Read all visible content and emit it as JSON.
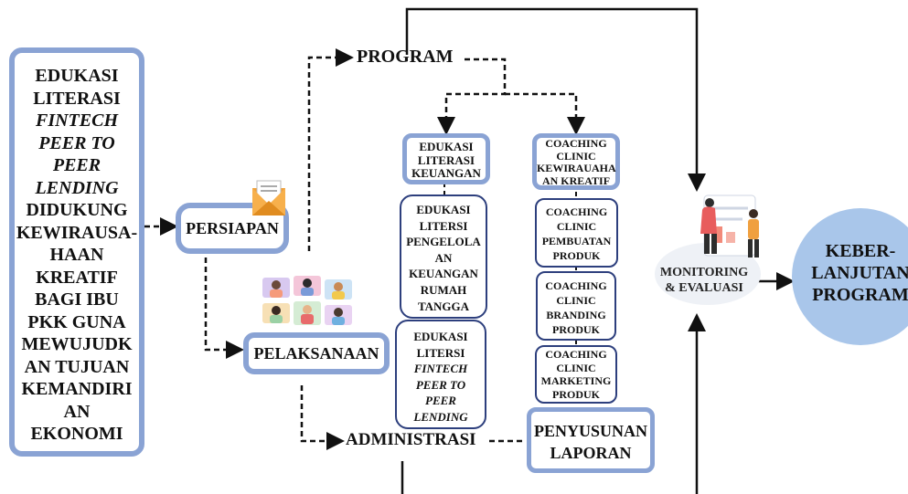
{
  "main_box": {
    "lines": [
      "EDUKASI",
      "LITERASI",
      "FINTECH",
      "PEER TO",
      "PEER",
      "LENDING",
      "DIDUKUNG",
      "KEWIRAUSA-",
      "HAAN",
      "KREATIF",
      "BAGI IBU",
      "PKK GUNA",
      "MEWUJUDK",
      "AN TUJUAN",
      "KEMANDIRI",
      "AN",
      "EKONOMI"
    ]
  },
  "persiapan": "PERSIAPAN",
  "pelaksanaan": "PELAKSANAAN",
  "program": "PROGRAM",
  "administrasi": "ADMINISTRASI",
  "col1": {
    "box1": [
      "EDUKASI",
      "LITERASI",
      "KEUANGAN"
    ],
    "box2": [
      "EDUKASI",
      "LITERSI",
      "PENGELOLA",
      "AN",
      "KEUANGAN",
      "RUMAH",
      "TANGGA"
    ],
    "box3": [
      "EDUKASI",
      "LITERSI",
      "FINTECH",
      "PEER TO",
      "PEER",
      "LENDING"
    ]
  },
  "col2": {
    "box1": [
      "COACHING",
      "CLINIC",
      "KEWIRAUAHA",
      "AN KREATIF"
    ],
    "box2": [
      "COACHING",
      "CLINIC",
      "PEMBUATAN",
      "PRODUK"
    ],
    "box3": [
      "COACHING",
      "CLINIC",
      "BRANDING",
      "PRODUK"
    ],
    "box4": [
      "COACHING",
      "CLINIC",
      "MARKETING",
      "PRODUK"
    ]
  },
  "penyusunan": [
    "PENYUSUNAN",
    "LAPORAN"
  ],
  "monitoring": [
    "MONITORING",
    "& EVALUASI"
  ],
  "keberlanjutan": [
    "KEBER-",
    "LANJUTAN",
    "PROGRAM"
  ],
  "colors": {
    "outline_blue": "#8aa3d4",
    "navy": "#2d3f7d",
    "circle_blue": "#a9c6ea",
    "envelope": "#f0a03a"
  }
}
